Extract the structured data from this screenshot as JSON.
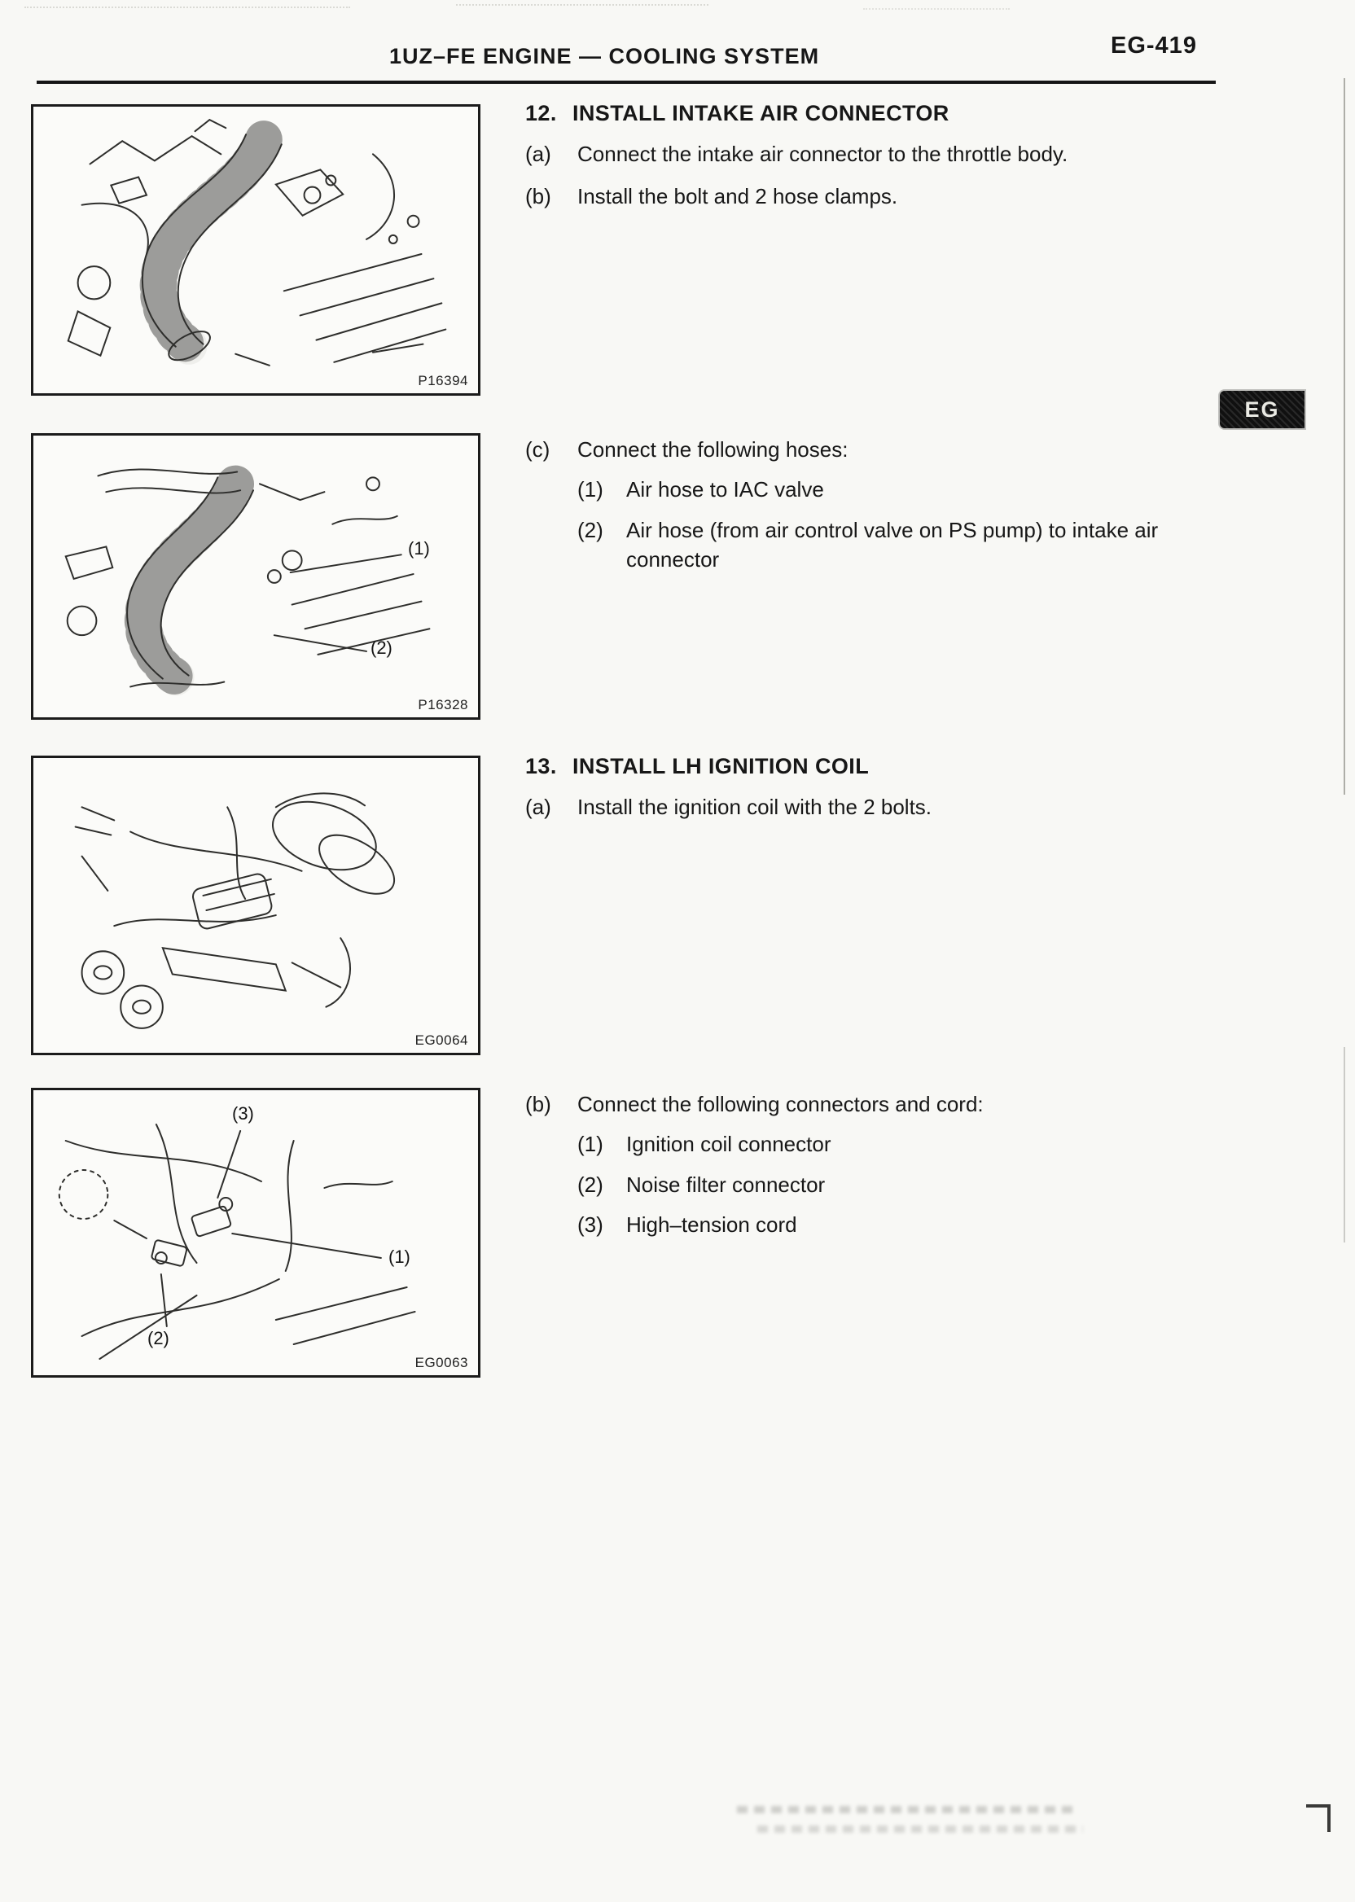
{
  "page": {
    "header_title": "1UZ–FE ENGINE — COOLING SYSTEM",
    "page_number": "EG-419",
    "side_tab": "EG"
  },
  "figures": [
    {
      "code": "P16394"
    },
    {
      "code": "P16328",
      "callout_1": "(1)",
      "callout_2": "(2)"
    },
    {
      "code": "EG0064"
    },
    {
      "code": "EG0063",
      "callout_1": "(1)",
      "callout_2": "(2)",
      "callout_3": "(3)"
    }
  ],
  "sections": [
    {
      "number": "12.",
      "title": "INSTALL INTAKE AIR CONNECTOR",
      "steps": [
        {
          "label": "(a)",
          "text": "Connect the intake air connector to the throttle body."
        },
        {
          "label": "(b)",
          "text": "Install the bolt and 2 hose clamps."
        },
        {
          "label": "(c)",
          "text": "Connect the following hoses:"
        }
      ],
      "substeps": [
        {
          "label": "(1)",
          "text": "Air hose to IAC valve"
        },
        {
          "label": "(2)",
          "text": "Air hose (from air control valve on PS pump) to intake air connector"
        }
      ]
    },
    {
      "number": "13.",
      "title": "INSTALL LH IGNITION COIL",
      "steps": [
        {
          "label": "(a)",
          "text": "Install the ignition coil with the 2 bolts."
        },
        {
          "label": "(b)",
          "text": "Connect the following connectors and cord:"
        }
      ],
      "substeps": [
        {
          "label": "(1)",
          "text": "Ignition coil connector"
        },
        {
          "label": "(2)",
          "text": "Noise filter connector"
        },
        {
          "label": "(3)",
          "text": "High–tension cord"
        }
      ]
    }
  ]
}
